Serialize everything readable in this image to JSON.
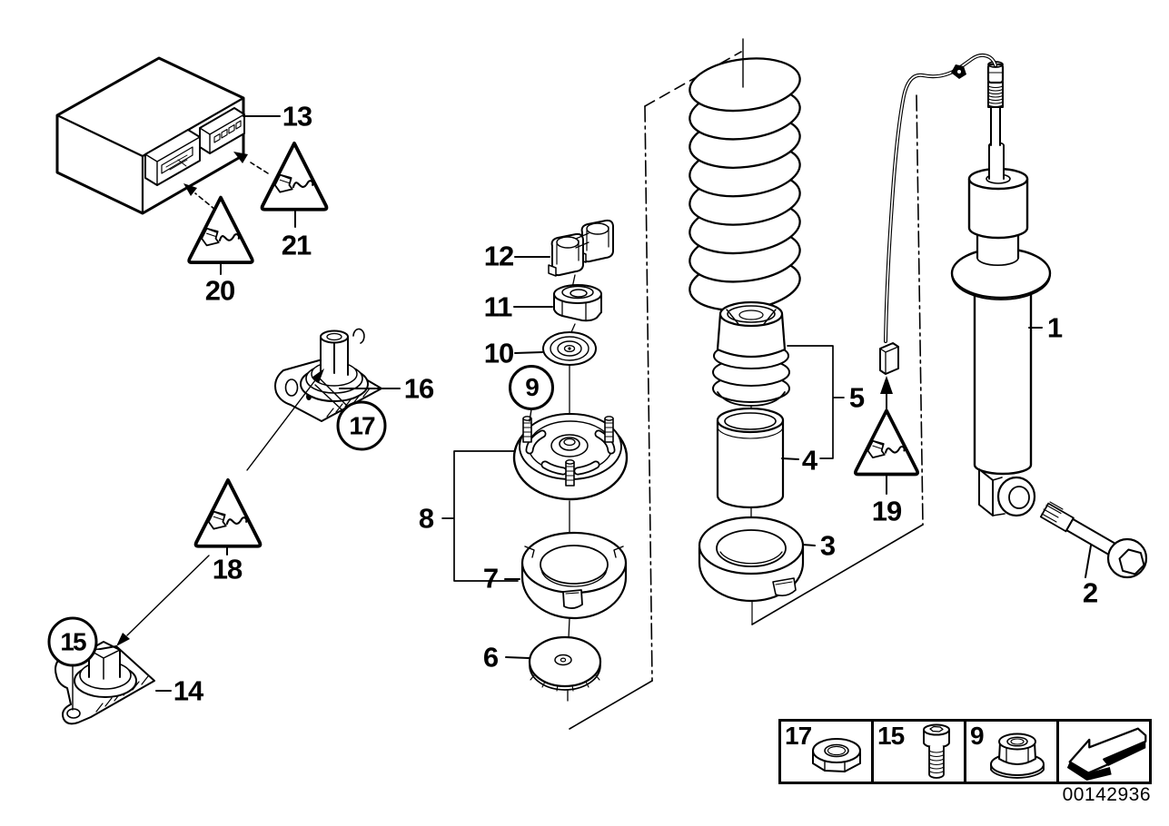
{
  "diagram": {
    "drawing_number": "00142936",
    "ink_color": "#000000",
    "background_color": "#ffffff",
    "callouts": {
      "1": "1",
      "2": "2",
      "3": "3",
      "4": "4",
      "5": "5",
      "6": "6",
      "7": "7",
      "8": "8",
      "9": "9",
      "10": "10",
      "11": "11",
      "12": "12",
      "13": "13",
      "14": "14",
      "15": "15",
      "16": "16",
      "17": "17",
      "18": "18",
      "19": "19",
      "20": "20",
      "21": "21"
    },
    "legend": {
      "items": [
        {
          "label": "17",
          "icon": "hex-nut-icon"
        },
        {
          "label": "15",
          "icon": "socket-head-bolt-icon"
        },
        {
          "label": "9",
          "icon": "flange-lock-nut-icon"
        },
        {
          "label": "",
          "icon": "previous-diagram-arrow-icon"
        }
      ]
    }
  }
}
